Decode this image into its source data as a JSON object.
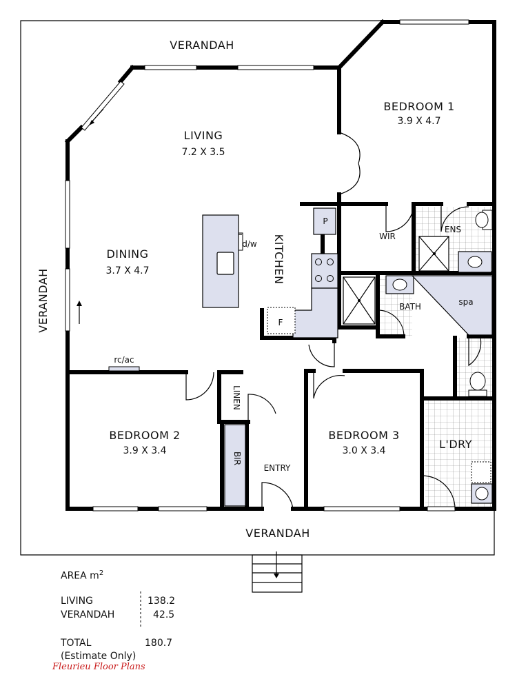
{
  "rooms": {
    "verandah_top": "VERANDAH",
    "verandah_left": "VERANDAH",
    "verandah_bottom": "VERANDAH",
    "living": "LIVING",
    "living_dim": "7.2 X 3.5",
    "dining": "DINING",
    "dining_dim": "3.7 X 4.7",
    "kitchen": "KITCHEN",
    "bedroom1": "BEDROOM 1",
    "bedroom1_dim": "3.9 X 4.7",
    "bedroom2": "BEDROOM 2",
    "bedroom2_dim": "3.9 X 3.4",
    "bedroom3": "BEDROOM 3",
    "bedroom3_dim": "3.0 X 3.4",
    "wir": "WIR",
    "ens": "ENS",
    "bath": "BATH",
    "spa": "spa",
    "linen": "LINEN",
    "bir": "BIR",
    "entry": "ENTRY",
    "laundry": "L'DRY"
  },
  "fixtures": {
    "dishwasher": "d/w",
    "pantry": "P",
    "fridge": "F",
    "rcac": "rc/ac"
  },
  "area": {
    "title": "AREA m",
    "unit_sup": "2",
    "rows": [
      {
        "label": "LIVING",
        "value": "138.2"
      },
      {
        "label": "VERANDAH",
        "value": "42.5"
      }
    ],
    "total_label": "TOTAL",
    "total_value": "180.7",
    "note": "(Estimate Only)"
  },
  "credit": "Fleurieu Floor Plans",
  "colors": {
    "walls": "#000000",
    "fixtures": "#dde0ee",
    "credit": "#c81818"
  }
}
